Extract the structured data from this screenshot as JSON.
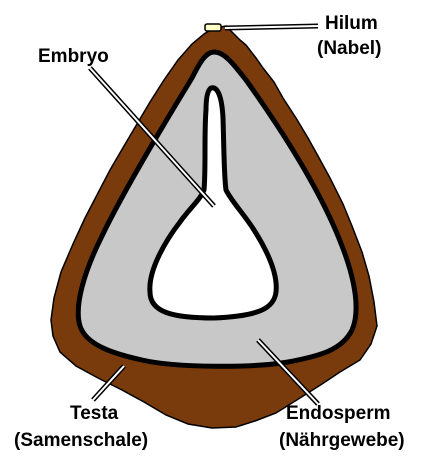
{
  "labels": {
    "hilum": "Hilum",
    "hilum_de": "(Nabel)",
    "embryo": "Embryo",
    "testa": "Testa",
    "testa_de": "(Samenschale)",
    "endosperm": "Endosperm",
    "endosperm_de": "(Nährgewebe)"
  },
  "colors": {
    "testa": "#7a3b0c",
    "endosperm": "#c8c8c8",
    "embryo": "#ffffff",
    "outline": "#000000",
    "hilum": "#ffffc8"
  }
}
